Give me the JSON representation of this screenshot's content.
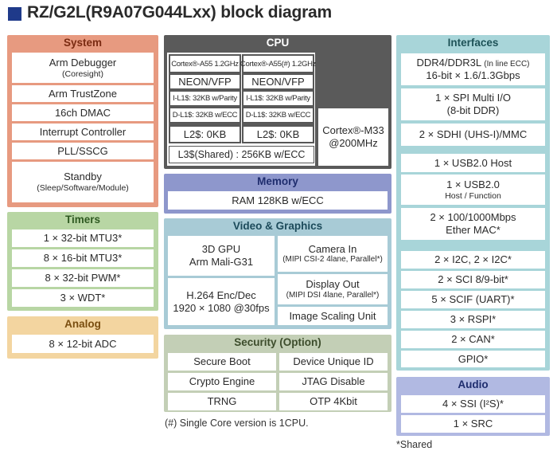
{
  "title": "RZ/G2L(R9A07G044Lxx) block diagram",
  "colors": {
    "title_mark": "#1f3a8a",
    "system": "#e79a80",
    "timers": "#b8d6a4",
    "analog": "#f3d5a0",
    "cpu": "#5a5a5a",
    "memory": "#8e97cc",
    "video": "#a8cbd6",
    "security": "#c3cfb6",
    "interfaces": "#a8d5d9",
    "audio": "#b1b9e2"
  },
  "system": {
    "title": "System",
    "items": [
      {
        "label": "Arm Debugger",
        "sub": "(Coresight)"
      },
      {
        "label": "Arm TrustZone",
        "sub": ""
      },
      {
        "label": "16ch DMAC",
        "sub": ""
      },
      {
        "label": "Interrupt Controller",
        "sub": ""
      },
      {
        "label": "PLL/SSCG",
        "sub": ""
      },
      {
        "label": "Standby",
        "sub": "(Sleep/Software/Module)"
      }
    ]
  },
  "timers": {
    "title": "Timers",
    "items": [
      "1 × 32-bit MTU3*",
      "8 × 16-bit MTU3*",
      "8 × 32-bit PWM*",
      "3 × WDT*"
    ]
  },
  "analog": {
    "title": "Analog",
    "items": [
      "8 × 12-bit ADC"
    ]
  },
  "cpu": {
    "title": "CPU",
    "core1": {
      "name": "Cortex®-A55 1.2GHz",
      "neon": "NEON/VFP",
      "il1": "I-L1$: 32KB w/Parity",
      "dl1": "D-L1$: 32KB w/ECC",
      "l2": "L2$: 0KB"
    },
    "core2": {
      "name": "Cortex®-A55(#) 1.2GHz",
      "neon": "NEON/VFP",
      "il1": "I-L1$: 32KB w/Parity",
      "dl1": "D-L1$: 32KB w/ECC",
      "l2": "L2$: 0KB"
    },
    "l3": "L3$(Shared) : 256KB w/ECC",
    "m33_line1": "Cortex®-M33",
    "m33_line2": "@200MHz"
  },
  "memory": {
    "title": "Memory",
    "items": [
      "RAM 128KB w/ECC"
    ]
  },
  "video": {
    "title": "Video & Graphics",
    "gpu_line1": "3D GPU",
    "gpu_line2": "Arm Mali-G31",
    "camera": "Camera In",
    "camera_sub": "(MIPI CSI-2 4lane, Parallel*)",
    "codec_line1": "H.264 Enc/Dec",
    "codec_line2": "1920 × 1080 @30fps",
    "display": "Display Out",
    "display_sub": "(MIPI DSI 4lane, Parallel*)",
    "scaling": "Image Scaling Unit"
  },
  "security": {
    "title": "Security (Option)",
    "items": [
      "Secure Boot",
      "Device Unique ID",
      "Crypto Engine",
      "JTAG Disable",
      "TRNG",
      "OTP 4Kbit"
    ]
  },
  "interfaces": {
    "title": "Interfaces",
    "items": [
      {
        "label": "DDR4/DDR3L",
        "label_suffix": "(In line ECC)",
        "sub": "16-bit × 1.6/1.3Gbps"
      },
      {
        "label": "1 × SPI Multi I/O",
        "label_suffix": "",
        "sub": "(8-bit DDR)"
      },
      {
        "label": "2 × SDHI (UHS-I)/MMC",
        "label_suffix": "",
        "sub": ""
      },
      {
        "label": "1 × USB2.0 Host",
        "label_suffix": "",
        "sub": ""
      },
      {
        "label": "1 × USB2.0",
        "label_suffix": "",
        "sub": "Host / Function"
      },
      {
        "label": "2 × 100/1000Mbps",
        "label_suffix": "",
        "sub": "Ether MAC*"
      },
      {
        "label": "2 × I2C, 2 × I2C*",
        "label_suffix": "",
        "sub": ""
      },
      {
        "label": "2 × SCI 8/9-bit*",
        "label_suffix": "",
        "sub": ""
      },
      {
        "label": "5 × SCIF (UART)*",
        "label_suffix": "",
        "sub": ""
      },
      {
        "label": "3 × RSPI*",
        "label_suffix": "",
        "sub": ""
      },
      {
        "label": "2 × CAN*",
        "label_suffix": "",
        "sub": ""
      },
      {
        "label": "GPIO*",
        "label_suffix": "",
        "sub": ""
      }
    ]
  },
  "audio": {
    "title": "Audio",
    "items": [
      "4 × SSI (I²S)*",
      "1 × SRC"
    ]
  },
  "notes": {
    "single_core": "(#) Single Core version is 1CPU.",
    "shared": "*Shared"
  }
}
